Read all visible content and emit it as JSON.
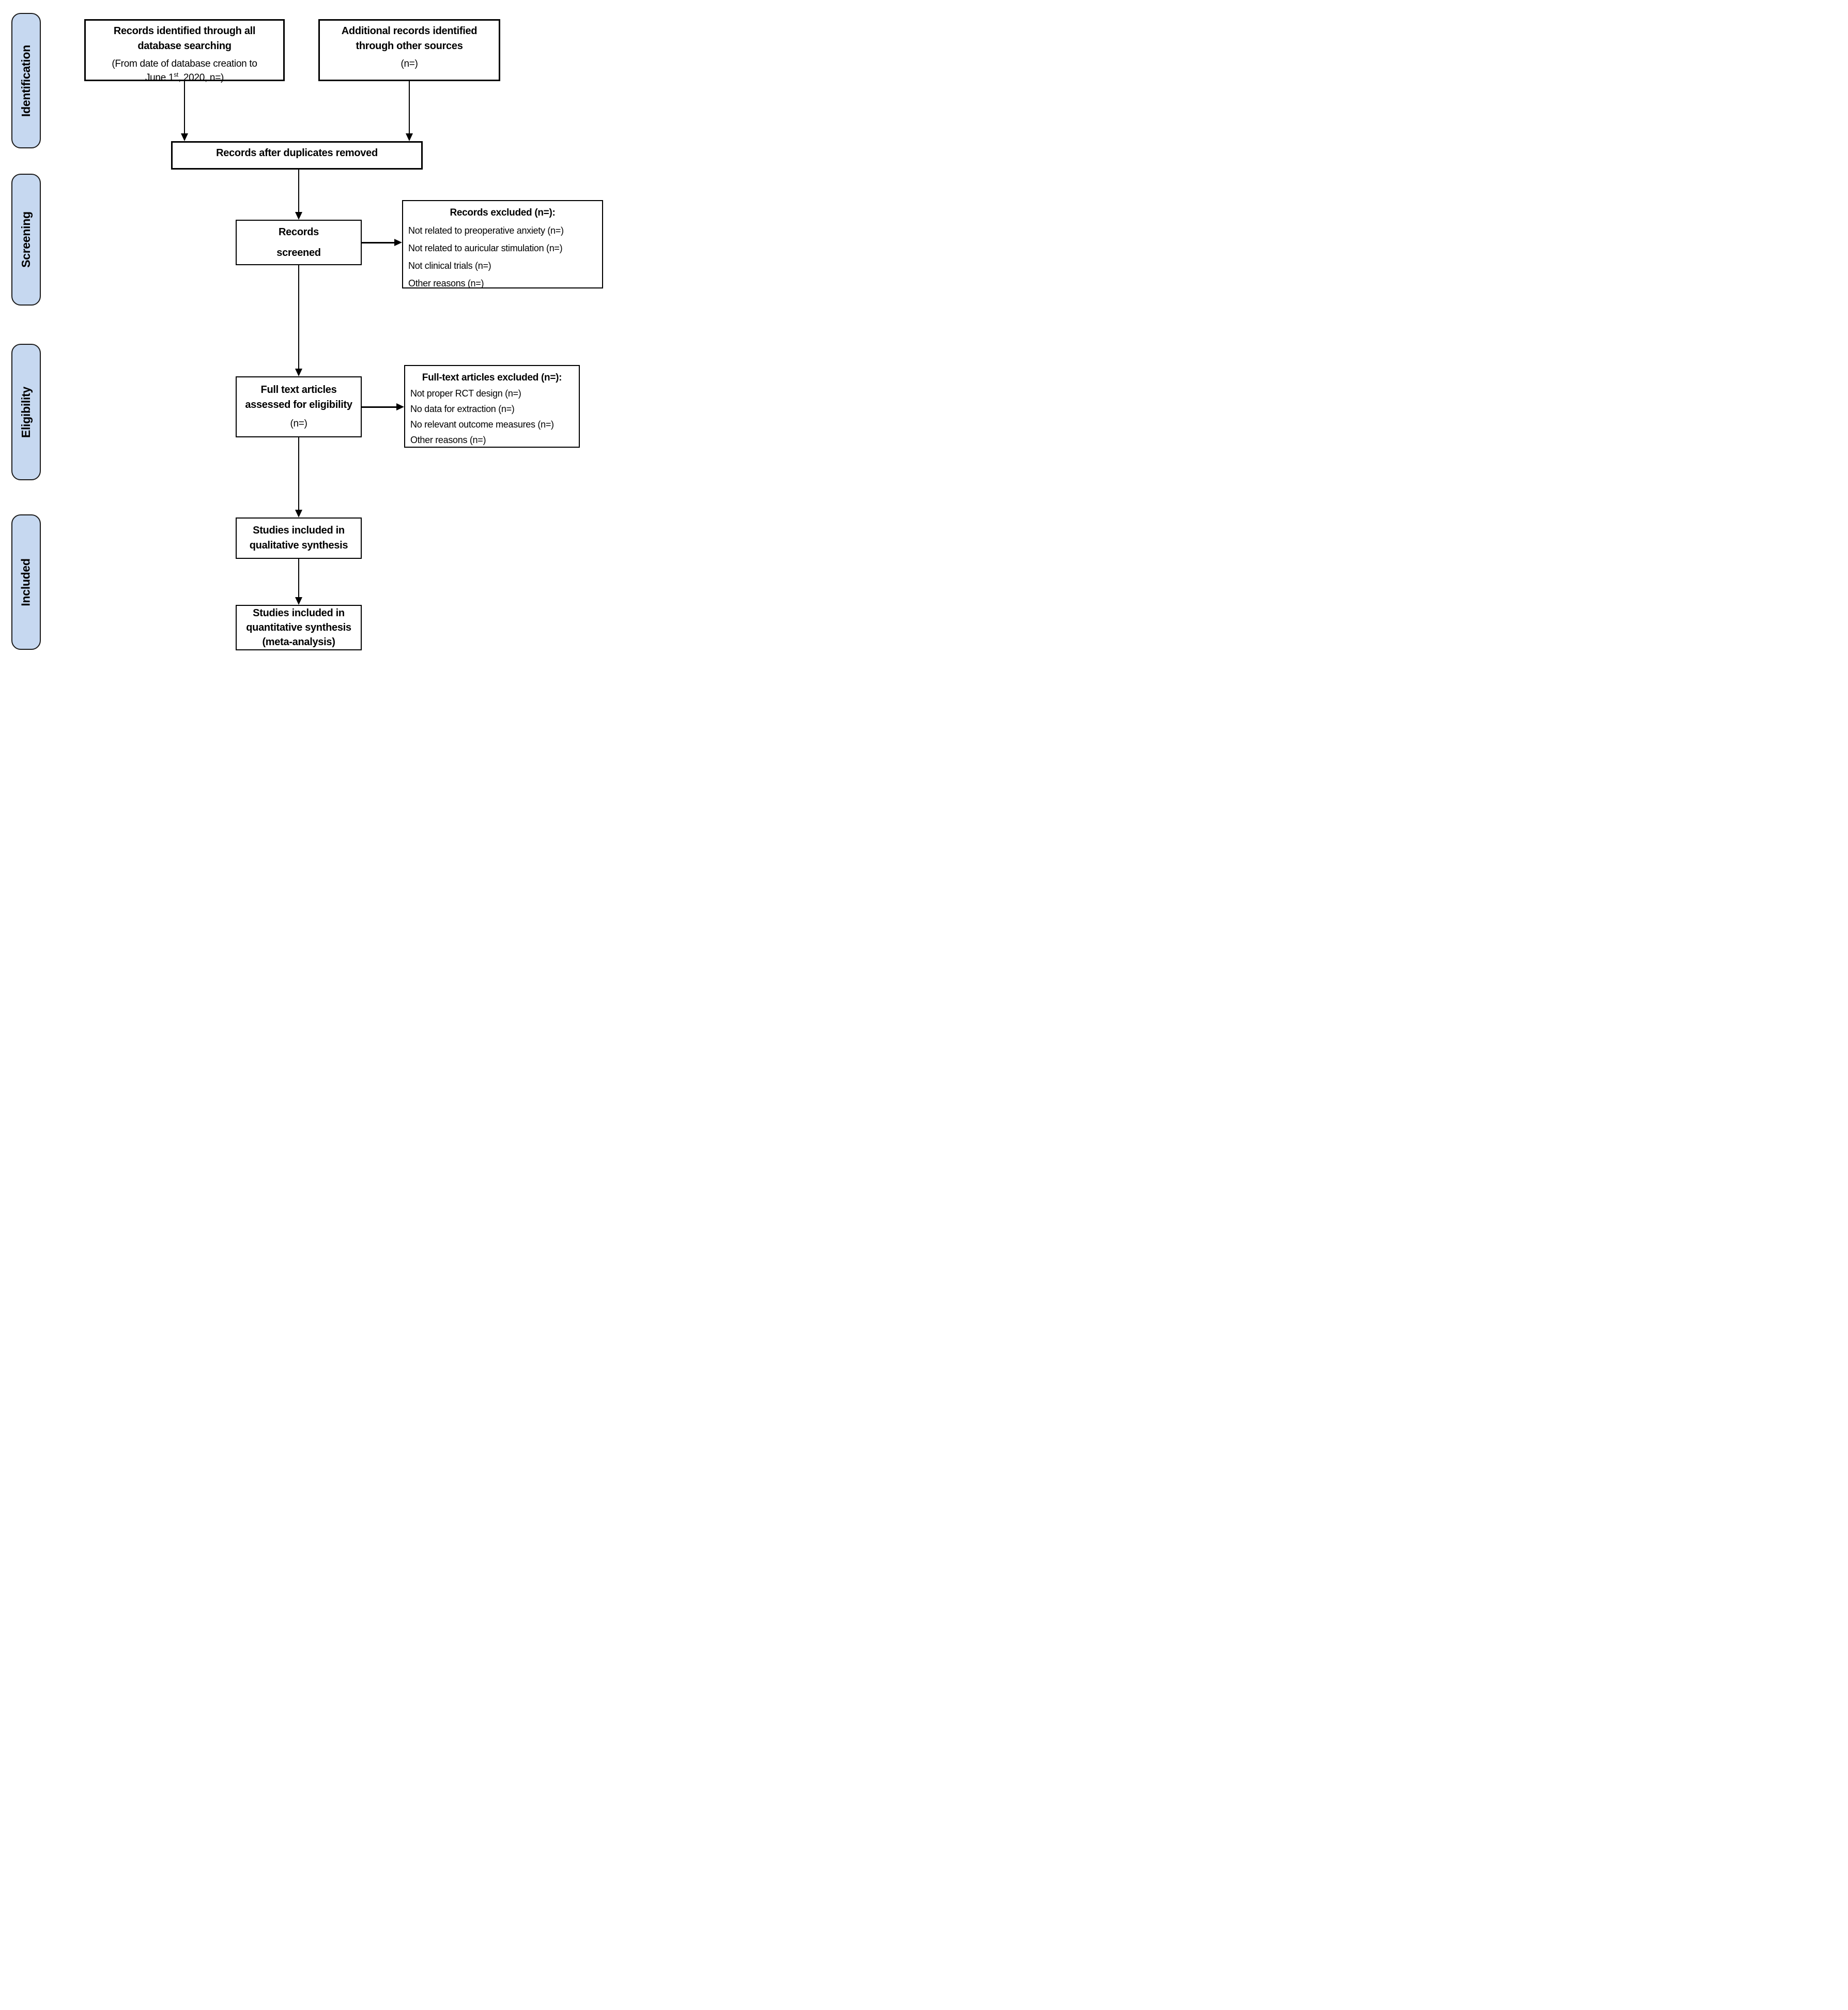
{
  "colors": {
    "stage_fill": "#c6d8f0",
    "stage_border": "#1a1a1a",
    "box_border": "#000000",
    "arrow": "#000000",
    "background": "#ffffff",
    "text": "#000000"
  },
  "stages": [
    {
      "label": "Identification"
    },
    {
      "label": "Screening"
    },
    {
      "label": "Eligibility"
    },
    {
      "label": "Included"
    }
  ],
  "boxes": {
    "db_search": {
      "title_line1": "Records identified through all",
      "title_line2": "database searching",
      "sub_line1": "(From date of database creation to",
      "sub2_pre": "June 1",
      "sub2_sup": "st",
      "sub2_post": ", 2020, n=)"
    },
    "other_sources": {
      "title_line1": "Additional records identified",
      "title_line2": "through other sources",
      "n": "(n=)"
    },
    "duplicates": {
      "title": "Records after duplicates removed"
    },
    "screened": {
      "line1": "Records",
      "line2": "screened"
    },
    "records_excluded": {
      "title": "Records excluded (n=):",
      "items": [
        "Not related to preoperative anxiety (n=)",
        "Not related to auricular stimulation (n=)",
        "Not clinical trials (n=)",
        "Other reasons (n=)"
      ]
    },
    "full_text": {
      "line1": "Full text articles",
      "line2": "assessed for eligibility",
      "n": "(n=)"
    },
    "full_text_excluded": {
      "title": "Full-text articles excluded (n=):",
      "items": [
        "Not proper RCT design (n=)",
        "No data for extraction (n=)",
        "No relevant outcome measures (n=)",
        "Other reasons (n=)"
      ]
    },
    "qualitative": {
      "line1": "Studies included in",
      "line2": "qualitative synthesis"
    },
    "quantitative": {
      "line1": "Studies included in",
      "line2": "quantitative synthesis",
      "line3": "(meta-analysis)"
    }
  }
}
